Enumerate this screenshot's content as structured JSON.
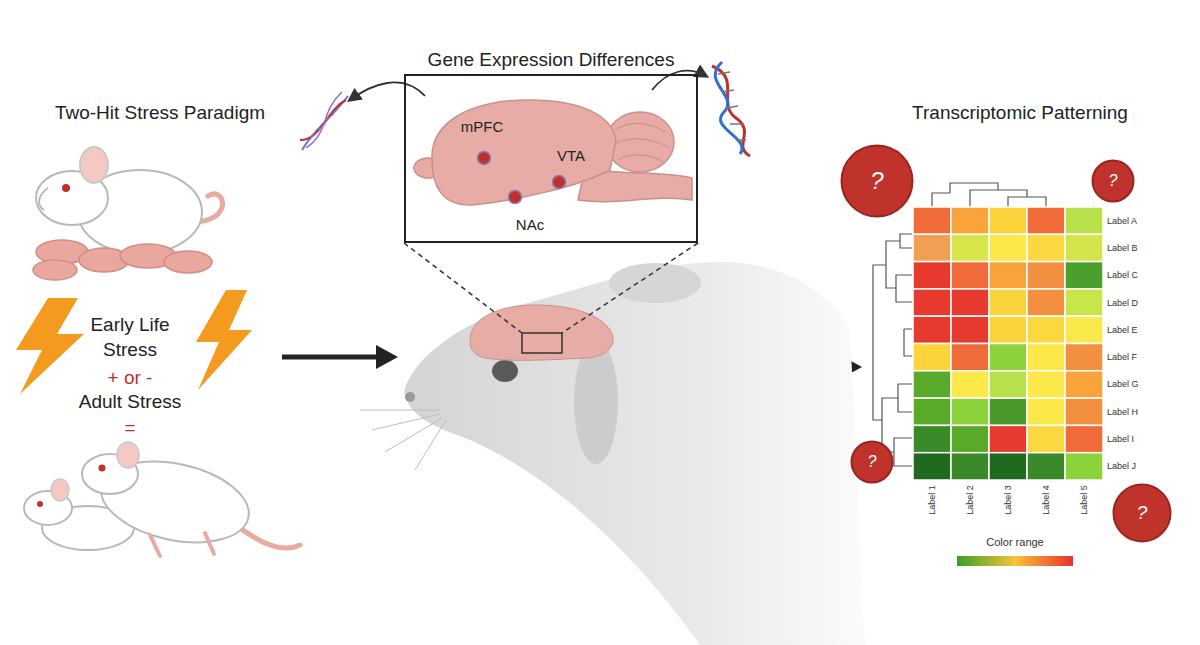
{
  "diagram": {
    "nodes": [
      {
        "text": [
          "Gene Expression Differences"
        ]
      },
      {
        "text": [
          "mPFC"
        ],
        "in": 0
      },
      {
        "text": [
          "NAc"
        ],
        "in": 0
      },
      {
        "text": [
          "VTA"
        ],
        "in": 0
      },
      {
        "text": [
          "?"
        ]
      },
      {
        "text": [
          "?"
        ]
      },
      {
        "text": [
          "?"
        ]
      },
      {
        "text": [
          "?"
        ]
      }
    ],
    "labels": [
      "Two-Hit Stress Paradigm",
      "Early Life Stress",
      "+ or -",
      "Adult Stress",
      "=",
      "Transcriptomic Patterning",
      "Label A",
      "Label B",
      "Label C",
      "Label D",
      "Label E",
      "Label F",
      "Label G",
      "Label H",
      "Label I",
      "Label J",
      "Label 1",
      "Label 2",
      "Label 3",
      "Label 4",
      "Label 5"
    ],
    "legend": [
      {
        "text": "Color range"
      }
    ]
  }
}
